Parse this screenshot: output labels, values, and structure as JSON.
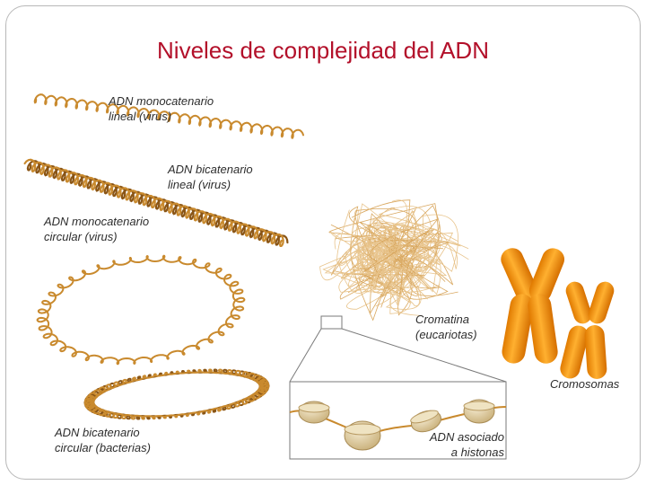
{
  "title": "Niveles de complejidad del ADN",
  "labels": {
    "mono_lineal": [
      "ADN monocatenario",
      "lineal (virus)"
    ],
    "bi_lineal": [
      "ADN bicatenario",
      "lineal (virus)"
    ],
    "mono_circular": [
      "ADN monocatenario",
      "circular (virus)"
    ],
    "cromatina": [
      "Cromatina",
      "(eucariotas)"
    ],
    "cromosomas": "Cromosomas",
    "bi_circular": [
      "ADN bicatenario",
      "circular (bacterias)"
    ],
    "histonas": [
      "ADN asociado",
      "a histonas"
    ]
  },
  "colors": {
    "title": "#b3102a",
    "dna": "#c98a2e",
    "dna_dark": "#8a5515",
    "chromosome": "#f08c10",
    "histone": "#d9c9a0",
    "frame": "#7a7a7a"
  }
}
